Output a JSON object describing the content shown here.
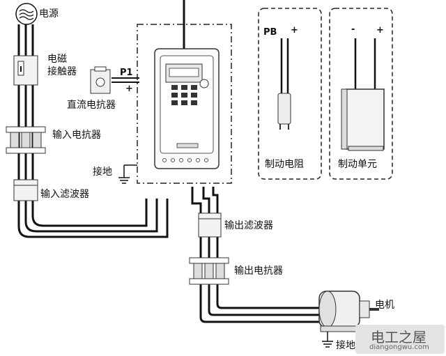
{
  "labels": {
    "power_source": "电源",
    "contactor": "电磁\n接触器",
    "dc_reactor": "直流电抗器",
    "p1": "P1",
    "plus": "+",
    "minus": "-",
    "pb": "PB",
    "input_reactor": "输入电抗器",
    "ground": "接地",
    "input_filter": "输入滤波器",
    "brake_resistor": "制动电阻",
    "brake_unit": "制动单元",
    "output_filter": "输出滤波器",
    "output_reactor": "输出电抗器",
    "motor": "电机",
    "ground2": "接地"
  },
  "watermark": {
    "title": "电工之屋",
    "url": "diangongwu.com"
  },
  "colors": {
    "line": "#111111",
    "dashed_box": "#222222",
    "watermark_bg": "#e3e3e3"
  }
}
